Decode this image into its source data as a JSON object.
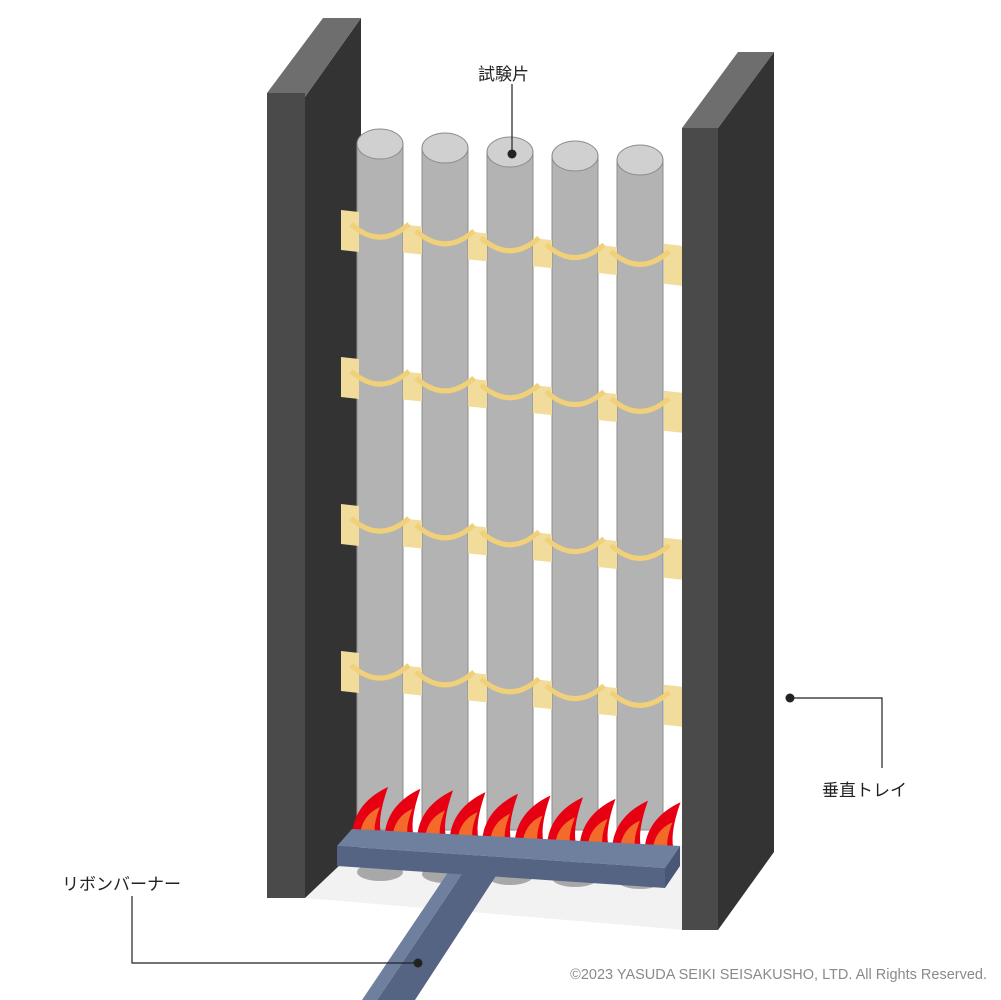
{
  "labels": {
    "specimen": "試験片",
    "vertical_tray": "垂直トレイ",
    "ribbon_burner": "リボンバーナー"
  },
  "copyright": "©2023 YASUDA SEIKI SEISAKUSHO, LTD. All Rights Reserved.",
  "specimen_count": 5,
  "strap_rows": 4,
  "flame_count": 10,
  "colors": {
    "tray_front": "#4a4a4a",
    "tray_side": "#333333",
    "tray_top": "#6e6e6e",
    "rod_body": "#b3b3b3",
    "rod_top": "#d0d0d0",
    "rod_outline": "#8c8c8c",
    "strap": "#f2dc9c",
    "strap_band": "#f0d078",
    "flame_outer": "#e60012",
    "flame_inner": "#f36a2a",
    "burner_top": "#6f7f9e",
    "burner_front": "#566484",
    "leader_line": "#222222"
  }
}
